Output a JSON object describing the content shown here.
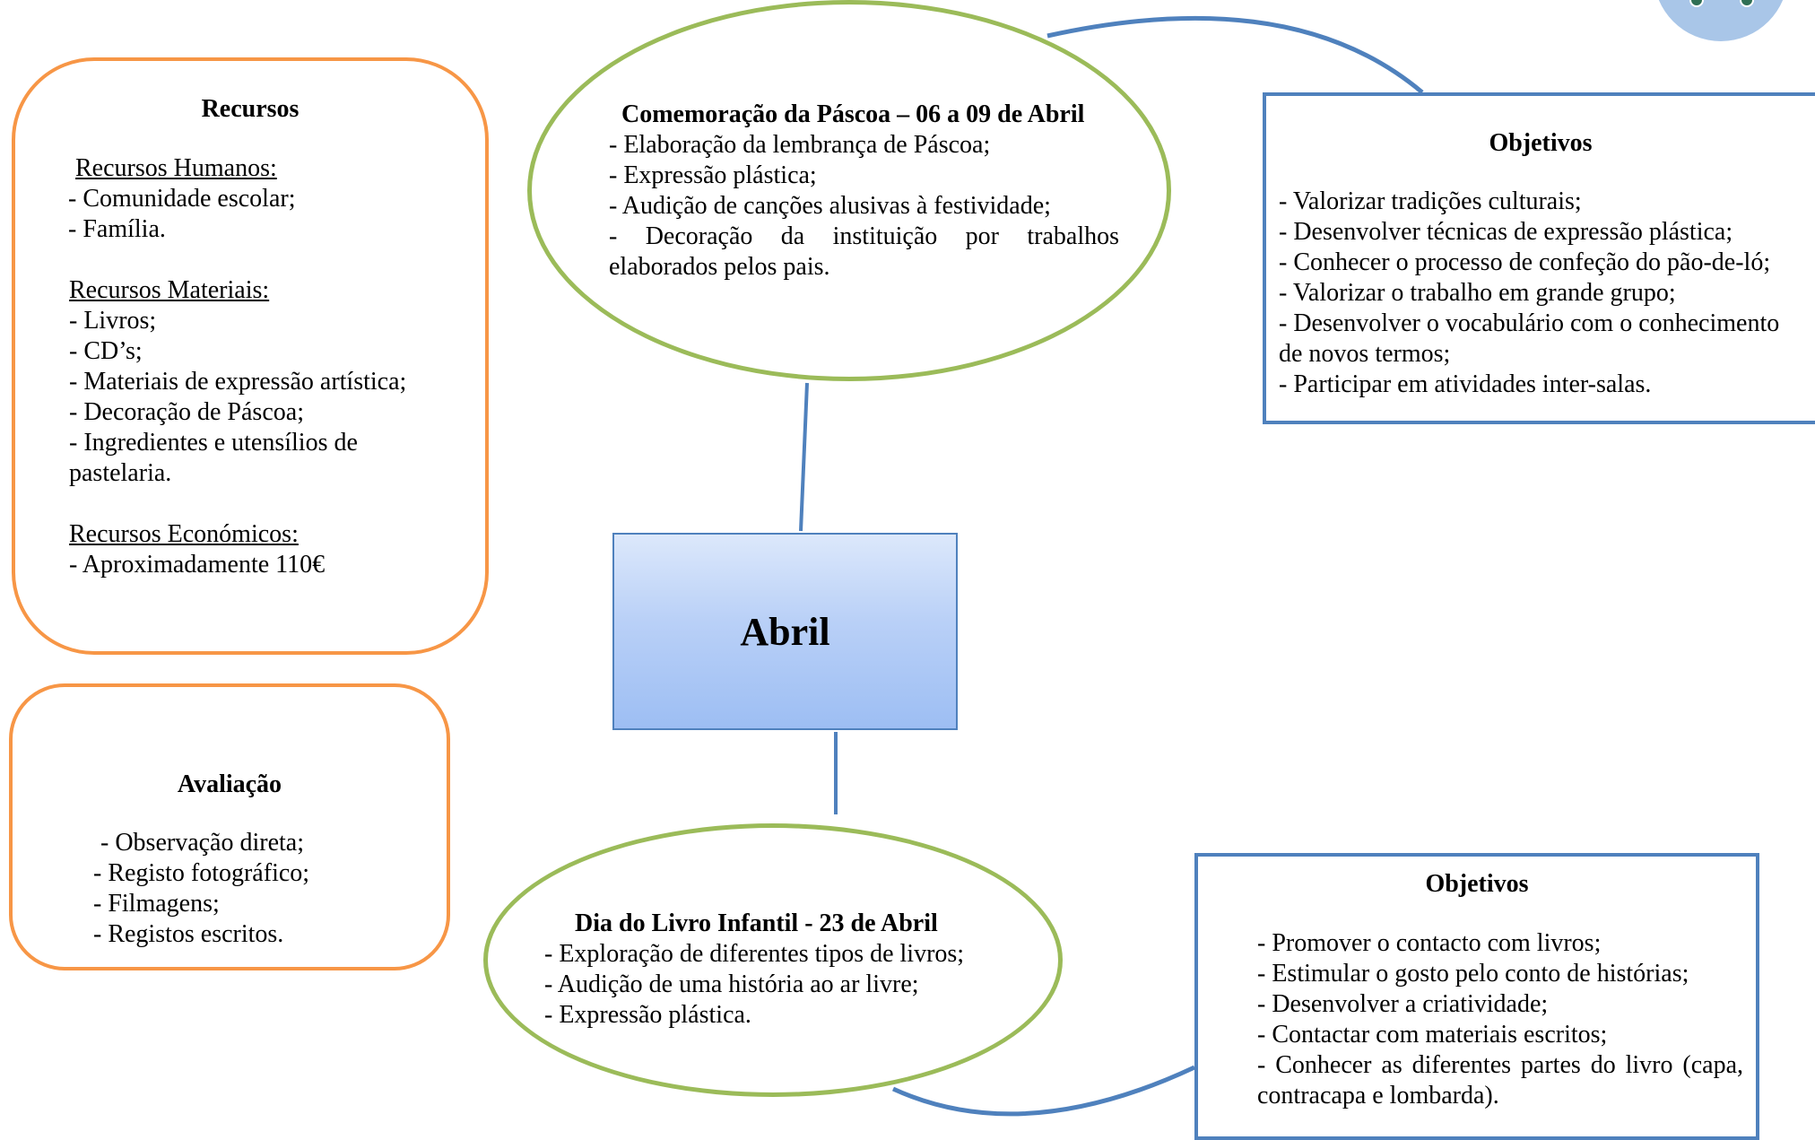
{
  "recursos": {
    "title": "Recursos",
    "humanos_heading": "Recursos Humanos:",
    "humanos": [
      "- Comunidade escolar;",
      "- Família."
    ],
    "materiais_heading": "Recursos Materiais:",
    "materiais": [
      "- Livros;",
      "- CD’s;",
      "- Materiais de expressão artística;",
      "- Decoração de Páscoa;",
      "- Ingredientes e utensílios de",
      "pastelaria."
    ],
    "economicos_heading": "Recursos Económicos:",
    "economicos": [
      "- Aproximadamente 110€"
    ]
  },
  "avaliacao": {
    "title": "Avaliação",
    "items": [
      "- Observação direta;",
      "- Registo fotográfico;",
      "- Filmagens;",
      "- Registos escritos."
    ]
  },
  "pascoa": {
    "title": "Comemoração da Páscoa – 06 a 09 de Abril",
    "items": [
      "- Elaboração da lembrança de Páscoa;",
      "- Expressão plástica;",
      "- Audição de canções alusivas à festividade;",
      "- Decoração da instituição por trabalhos",
      "elaborados pelos pais."
    ]
  },
  "center": {
    "label": "Abril"
  },
  "objetivos_top": {
    "title": "Objetivos",
    "items": [
      "- Valorizar tradições culturais;",
      "- Desenvolver técnicas de expressão plástica;",
      "- Conhecer o processo de confeção do pão-de-ló;",
      "- Valorizar o trabalho em grande grupo;",
      "- Desenvolver o vocabulário com o conhecimento",
      "de novos termos;",
      "- Participar em atividades inter-salas."
    ]
  },
  "livro": {
    "title": "Dia do Livro Infantil - 23 de Abril",
    "items": [
      "- Exploração de diferentes tipos de livros;",
      "- Audição de uma história ao ar livre;",
      "- Expressão plástica."
    ]
  },
  "objetivos_bottom": {
    "title": "Objetivos",
    "items": [
      "- Promover o contacto com livros;",
      "- Estimular o gosto pelo conto de histórias;",
      "- Desenvolver a criatividade;",
      "- Contactar com materiais escritos;",
      "- Conhecer as diferentes partes do livro (capa,",
      "contracapa e lombarda)."
    ]
  },
  "colors": {
    "orange_border": "#f79646",
    "green_border": "#9bbb59",
    "blue_border": "#4f81bd",
    "center_fill": "#b9d0f7"
  }
}
